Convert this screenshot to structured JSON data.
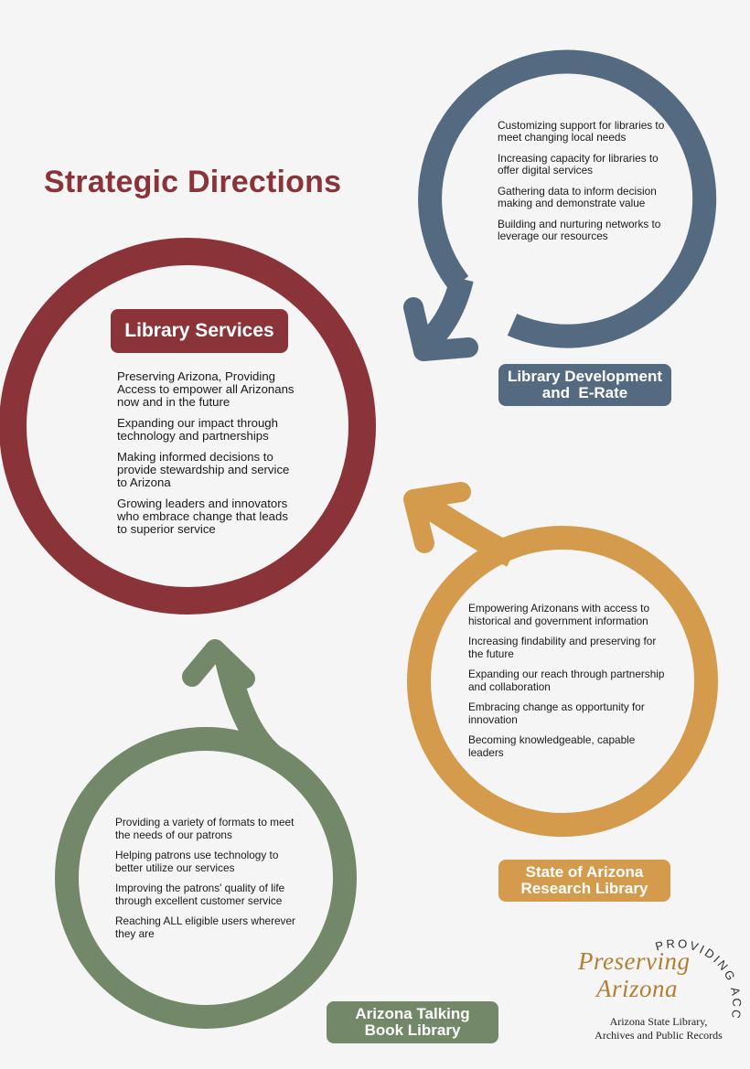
{
  "title": "Strategic Directions",
  "colors": {
    "library_services": "#8a343a",
    "library_development": "#546a80",
    "research_library": "#d49b4d",
    "talking_book": "#738769",
    "background": "#f5f5f5"
  },
  "library_services": {
    "label": "Library Services",
    "items": [
      "Preserving Arizona, Providing Access to empower all Arizonans now and in the future",
      "Expanding our impact through technology and partnerships",
      "Making informed decisions to provide stewardship and service to Arizona",
      "Growing leaders and innovators who embrace change that leads to superior service"
    ]
  },
  "library_development": {
    "label_line1": "Library Development",
    "label_line2": "and  E-Rate",
    "items": [
      "Customizing support for libraries to meet changing local needs",
      "Increasing capacity for libraries to offer digital services",
      "Gathering data to inform decision making and demonstrate value",
      "Building and nurturing networks to leverage our resources"
    ]
  },
  "research_library": {
    "label_line1": "State of Arizona",
    "label_line2": "Research Library",
    "items": [
      "Empowering Arizonans with access to historical and government information",
      "Increasing findability and preserving for the future",
      "Expanding our reach through partnership and collaboration",
      "Embracing change as opportunity for innovation",
      "Becoming knowledgeable, capable leaders"
    ]
  },
  "talking_book": {
    "label_line1": "Arizona Talking",
    "label_line2": "Book Library",
    "items": [
      "Providing a variety of formats to meet the needs of our patrons",
      "Helping patrons use technology to better utilize our services",
      "Improving the patrons' quality of life through excellent customer service",
      "Reaching ALL eligible users wherever they are"
    ]
  },
  "logo": {
    "arc_text": "PROVIDING ACCESS",
    "script_line1": "Preserving",
    "script_line2": "Arizona",
    "org_line1": "Arizona State Library,",
    "org_line2": "Archives and Public Records"
  }
}
